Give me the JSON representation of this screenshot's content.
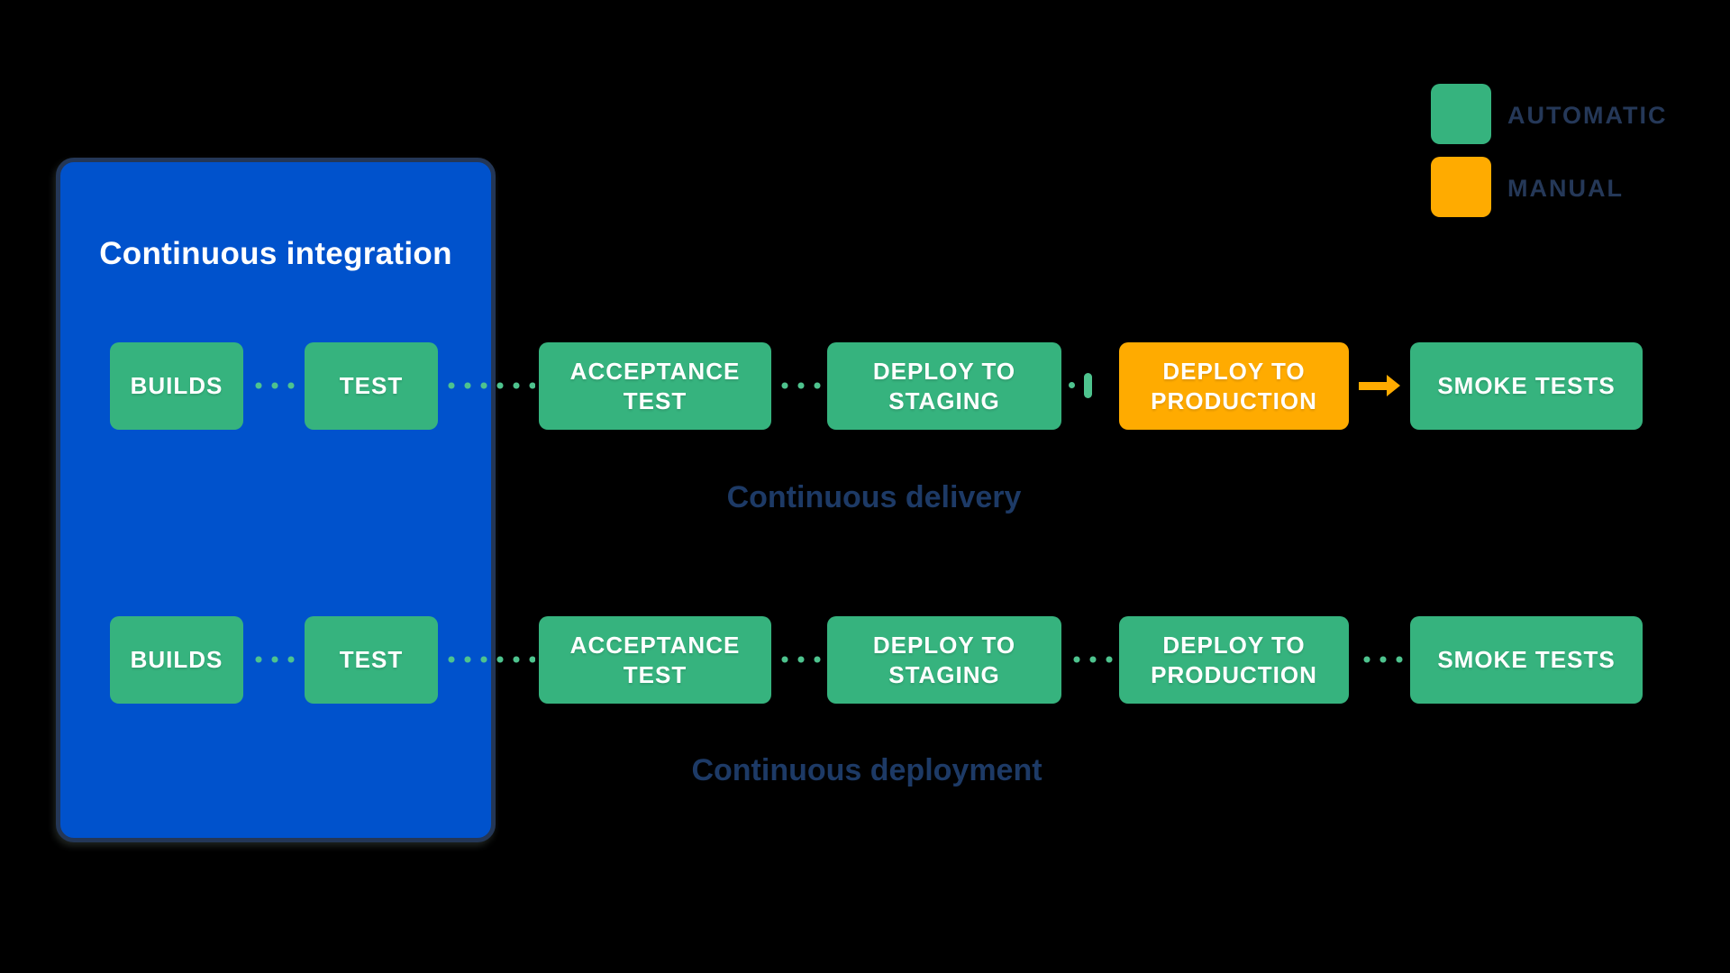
{
  "colors": {
    "automatic": "#36B37E",
    "manual": "#FFAB00",
    "blue": "#0052CC",
    "navy": "#253858",
    "dot": "#4EC38E",
    "box_border": "#243757"
  },
  "legend": {
    "items": [
      {
        "label": "AUTOMATIC",
        "color": "#36B37E"
      },
      {
        "label": "MANUAL",
        "color": "#FFAB00"
      }
    ]
  },
  "ci_box": {
    "title": "Continuous integration"
  },
  "pipelines": {
    "delivery": {
      "label": "Continuous delivery",
      "nodes": [
        {
          "label": "BUILDS",
          "type": "automatic"
        },
        {
          "label": "TEST",
          "type": "automatic"
        },
        {
          "label": "ACCEPTANCE TEST",
          "type": "automatic"
        },
        {
          "label": "DEPLOY TO STAGING",
          "type": "automatic"
        },
        {
          "label": "DEPLOY TO PRODUCTION",
          "type": "manual"
        },
        {
          "label": "SMOKE TESTS",
          "type": "automatic"
        }
      ],
      "manual_gate_between": [
        "DEPLOY TO STAGING",
        "DEPLOY TO PRODUCTION"
      ]
    },
    "deployment": {
      "label": "Continuous deployment",
      "nodes": [
        {
          "label": "BUILDS",
          "type": "automatic"
        },
        {
          "label": "TEST",
          "type": "automatic"
        },
        {
          "label": "ACCEPTANCE TEST",
          "type": "automatic"
        },
        {
          "label": "DEPLOY TO STAGING",
          "type": "automatic"
        },
        {
          "label": "DEPLOY TO PRODUCTION",
          "type": "automatic"
        },
        {
          "label": "SMOKE TESTS",
          "type": "automatic"
        }
      ]
    }
  }
}
